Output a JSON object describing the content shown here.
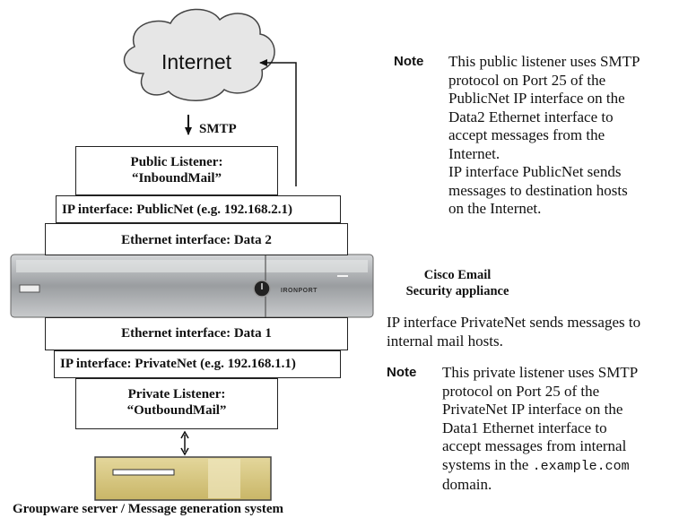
{
  "cloud": {
    "label": "Internet"
  },
  "protocol_label": "SMTP",
  "public_listener": {
    "line1": "Public Listener:",
    "line2": "“InboundMail”"
  },
  "public_ip": "IP interface: PublicNet (e.g. 192.168.2.1)",
  "eth_data2": "Ethernet interface: Data 2",
  "appliance_brand": "IRONPORT",
  "eth_data1": "Ethernet interface: Data 1",
  "private_ip": "IP interface: PrivateNet (e.g. 192.168.1.1)",
  "private_listener": {
    "line1": "Private Listener:",
    "line2": "“OutboundMail”"
  },
  "server_caption": "Groupware server / Message generation system",
  "appliance_caption": {
    "line1": "Cisco Email",
    "line2": "Security appliance"
  },
  "note1": {
    "label": "Note",
    "lines": [
      "This public listener uses SMTP",
      "protocol on Port 25 of the",
      "PublicNet IP interface on the",
      "Data2 Ethernet interface to",
      "accept messages from the",
      "Internet.",
      "IP interface PublicNet sends",
      "messages to destination hosts",
      "on the Internet."
    ]
  },
  "private_sends": {
    "line1": "IP interface PrivateNet sends messages to",
    "line2": "internal mail hosts."
  },
  "note2": {
    "label": "Note",
    "lines": [
      "This private listener uses SMTP",
      "protocol on Port 25 of the",
      "PrivateNet IP interface on the",
      "Data1 Ethernet interface to",
      "accept messages from internal"
    ],
    "line6_pre": "systems in the ",
    "line6_code": ".example.com",
    "line7": "domain."
  }
}
